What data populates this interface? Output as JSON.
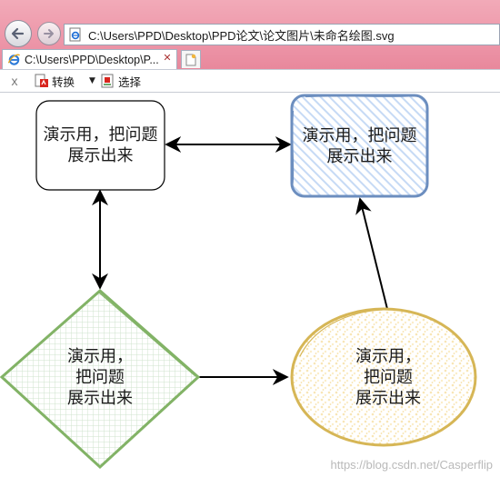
{
  "browser": {
    "address": "C:\\Users\\PPD\\Desktop\\PPD论文\\论文图片\\未命名绘图.svg",
    "tab_title": "C:\\Users\\PPD\\Desktop\\P...",
    "toolbar": {
      "close_glyph": "x",
      "convert_label": "转换",
      "select_label": "选择"
    },
    "icons": {
      "back": "back-arrow-icon",
      "forward": "forward-arrow-icon",
      "page": "ie-page-icon",
      "new_tab": "new-tab-icon",
      "convert": "pdf-convert-icon",
      "select": "select-icon"
    }
  },
  "diagram": {
    "nodes": [
      {
        "id": "top-left-box",
        "shape": "rounded-rectangle",
        "text": "演示用，把问题\n展示出来",
        "stroke": "#000000",
        "fill": "#ffffff"
      },
      {
        "id": "top-right-box",
        "shape": "rounded-rectangle-sketch",
        "text": "演示用，把问题\n展示出来",
        "stroke": "#6c8ebf",
        "fill": "#dae8fc"
      },
      {
        "id": "diamond",
        "shape": "diamond-sketch",
        "text": "演示用，\n把问题\n展示出来",
        "stroke": "#82b366",
        "fill": "#d5e8d4"
      },
      {
        "id": "ellipse",
        "shape": "ellipse-sketch",
        "text": "演示用，\n把问题\n展示出来",
        "stroke": "#d6b656",
        "fill": "#fff2cc"
      }
    ],
    "edges": [
      {
        "from": "top-left-box",
        "to": "top-right-box",
        "style": "bidirectional"
      },
      {
        "from": "top-left-box",
        "to": "diamond",
        "style": "bidirectional"
      },
      {
        "from": "diamond",
        "to": "ellipse",
        "style": "directed"
      },
      {
        "from": "ellipse",
        "to": "top-right-box",
        "style": "directed"
      }
    ]
  },
  "watermark": "https://blog.csdn.net/Casperflip"
}
